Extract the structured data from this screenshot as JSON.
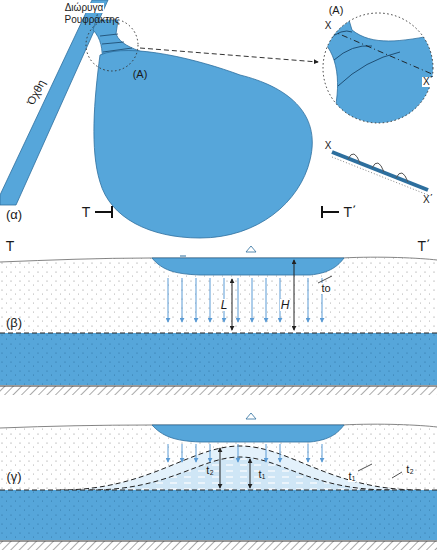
{
  "diagram": {
    "labels": [
      "Όχθη",
      "Διώρυγα",
      "Ρουφράκτης",
      "(A)",
      "(A)",
      "X",
      "X΄",
      "X",
      "X΄",
      "(α)",
      "T",
      "T΄",
      "T",
      "T΄",
      "L",
      "H",
      "to",
      "(β)",
      "t₂",
      "t₁",
      "t₁",
      "t₂",
      "(γ)"
    ]
  }
}
